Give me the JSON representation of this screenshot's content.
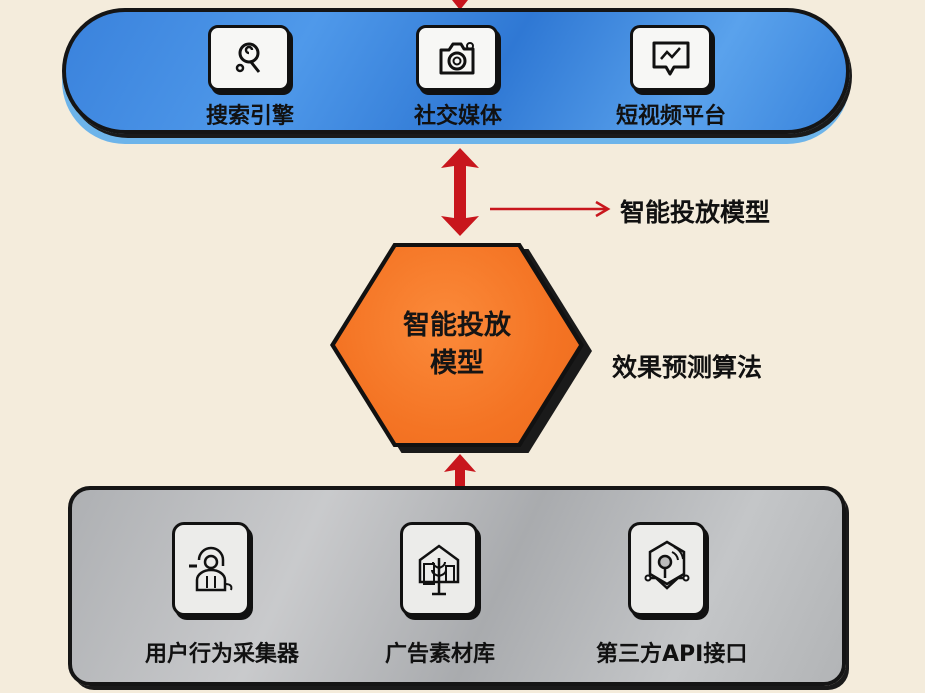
{
  "top_layer": {
    "items": [
      {
        "label": "搜索引擎",
        "icon": "search-icon"
      },
      {
        "label": "社交媒体",
        "icon": "camera-icon"
      },
      {
        "label": "短视频平台",
        "icon": "video-chat-icon"
      }
    ],
    "color": "#3a82dc"
  },
  "center": {
    "line1": "智能投放",
    "line2": "模型",
    "color": "#f47424"
  },
  "annotations": {
    "arrow_label": "智能投放模型",
    "side_label": "效果预测算法"
  },
  "bottom_layer": {
    "items": [
      {
        "label": "用户行为采集器",
        "icon": "user-collector-icon"
      },
      {
        "label": "广告素材库",
        "icon": "asset-library-icon"
      },
      {
        "label": "第三方API接口",
        "icon": "api-hub-icon"
      }
    ],
    "color": "#b2b4b6"
  },
  "arrow_color": "#c8161d"
}
